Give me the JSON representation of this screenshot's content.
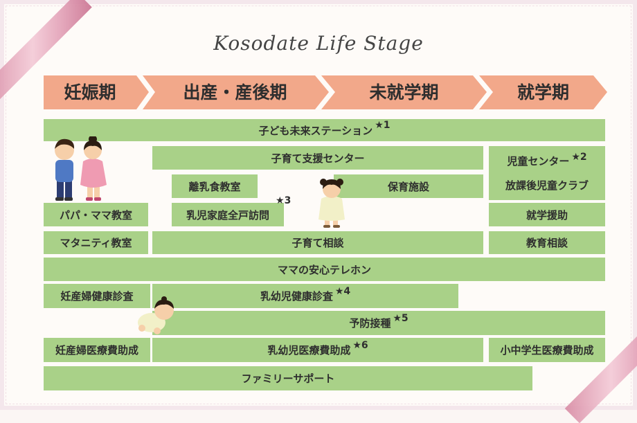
{
  "title": "Kosodate Life Stage",
  "stages": [
    "妊娠期",
    "出産・産後期",
    "未就学期",
    "就学期"
  ],
  "star": "★",
  "programs": {
    "kodomo_mirai": {
      "label": "子ども未来ステーション",
      "note": "1"
    },
    "kosodate_shien": {
      "label": "子育て支援センター"
    },
    "jido_center": {
      "label": "児童センター",
      "note": "2"
    },
    "houkago_club": {
      "label": "放課後児童クラブ"
    },
    "rinyushoku": {
      "label": "離乳食教室"
    },
    "hoiku_shisetsu": {
      "label": "保育施設"
    },
    "papa_mama": {
      "label": "パパ・ママ教室"
    },
    "nyuji_houmon": {
      "label": "乳児家庭全戸訪問",
      "note": "3"
    },
    "shugaku_enjo": {
      "label": "就学援助"
    },
    "maternity": {
      "label": "マタニティ教室"
    },
    "kosodate_soudan": {
      "label": "子育て相談"
    },
    "kyouiku_soudan": {
      "label": "教育相談"
    },
    "mama_telehone": {
      "label": "ママの安心テレホン"
    },
    "ninsanpu_kenshin": {
      "label": "妊産婦健康診査"
    },
    "nyuyouji_kenshin": {
      "label": "乳幼児健康診査",
      "note": "4"
    },
    "yobou_sesshu": {
      "label": "予防接種",
      "note": "5"
    },
    "ninsanpu_iryou": {
      "label": "妊産婦医療費助成"
    },
    "nyuyouji_iryou": {
      "label": "乳幼児医療費助成",
      "note": "6"
    },
    "shochu_iryou": {
      "label": "小中学生医療費助成"
    },
    "family_support": {
      "label": "ファミリーサポート"
    }
  }
}
